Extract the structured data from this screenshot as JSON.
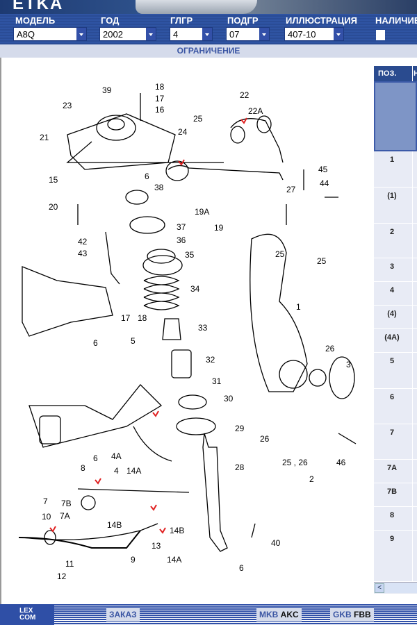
{
  "toolbar": {
    "fields": [
      {
        "label": "МОДЕЛЬ",
        "value": "A8Q"
      },
      {
        "label": "ГОД",
        "value": "2002"
      },
      {
        "label": "ГЛГР",
        "value": "4"
      },
      {
        "label": "ПОДГР",
        "value": "07"
      },
      {
        "label": "ИЛЛЮСТРАЦИЯ",
        "value": "407-10"
      }
    ],
    "availability_label": "НАЛИЧИЕ"
  },
  "restriction_label": "ОГРАНИЧЕНИЕ",
  "diagram": {
    "callouts": [
      "39",
      "18",
      "17",
      "16",
      "25",
      "24",
      "23",
      "21",
      "22",
      "22A",
      "15",
      "6",
      "38",
      "45",
      "44",
      "27",
      "20",
      "19A",
      "19",
      "37",
      "42",
      "36",
      "43",
      "35",
      "25",
      "25",
      "34",
      "1",
      "17",
      "18",
      "33",
      "26",
      "5",
      "6",
      "32",
      "3",
      "31",
      "30",
      "29",
      "26",
      "6",
      "4A",
      "8",
      "25 , 26",
      "46",
      "28",
      "4",
      "14A",
      "2",
      "7",
      "7B",
      "7A",
      "14B",
      "14B",
      "10",
      "13",
      "14A",
      "40",
      "9",
      "11",
      "12",
      "6"
    ]
  },
  "table": {
    "header": "ПОЗ.",
    "header2": "Н",
    "rows": [
      "1",
      "(1)",
      "2",
      "3",
      "4",
      "(4)",
      "(4A)",
      "5",
      "6",
      "7",
      "7A",
      "7B",
      "8",
      "9"
    ]
  },
  "footer": {
    "logo": "LEX COM",
    "order": "ЗАКАЗ",
    "mkb_prefix": "MKB",
    "mkb_value": "AKC",
    "gkb_prefix": "GKB",
    "gkb_value": "FBB"
  },
  "colors": {
    "accent": "#2f54a3",
    "panel": "#d5dbeb",
    "table_bg": "#e8ebf5",
    "marker": "#e02020"
  }
}
